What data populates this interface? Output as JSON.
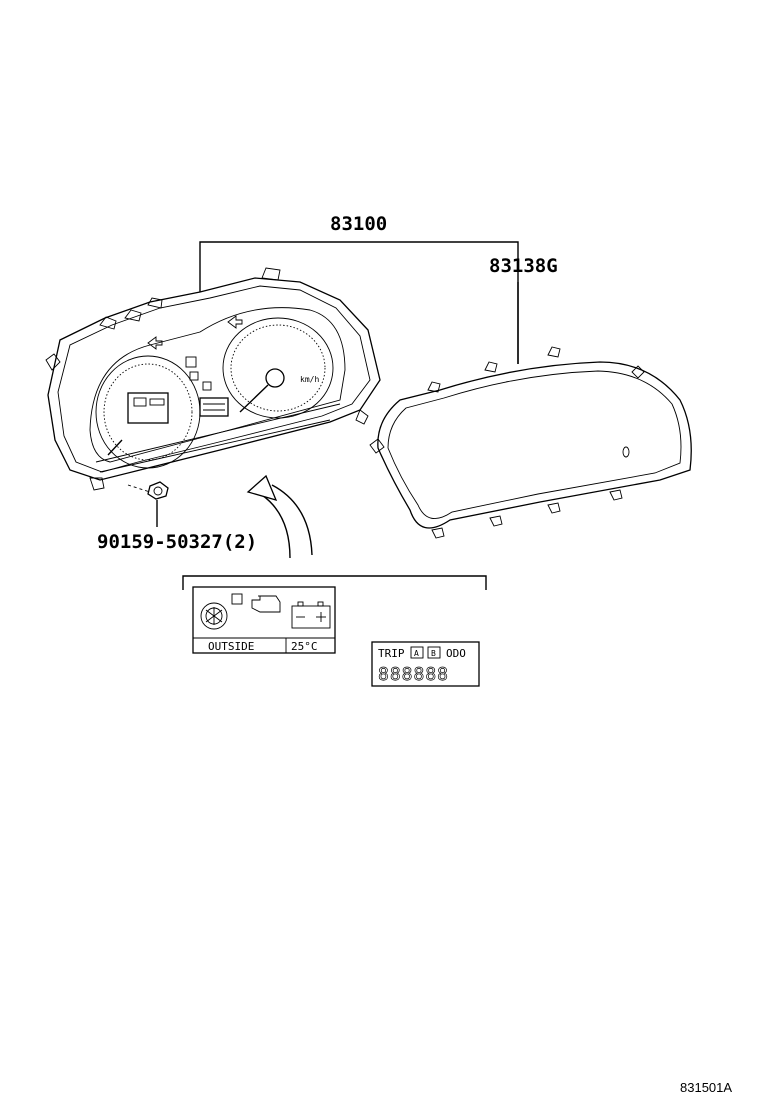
{
  "callouts": {
    "assembly": "83100",
    "lens": "83138G",
    "screw": "90159-50327(2)"
  },
  "detail": {
    "outside_label": "OUTSIDE",
    "temperature": "25°C",
    "trip_label": "TRIP",
    "trip_a": "A",
    "trip_b": "B",
    "odo_label": "ODO",
    "odometer_digits": "888888",
    "speed_unit": "km/h"
  },
  "diagram_ref": "831501A"
}
